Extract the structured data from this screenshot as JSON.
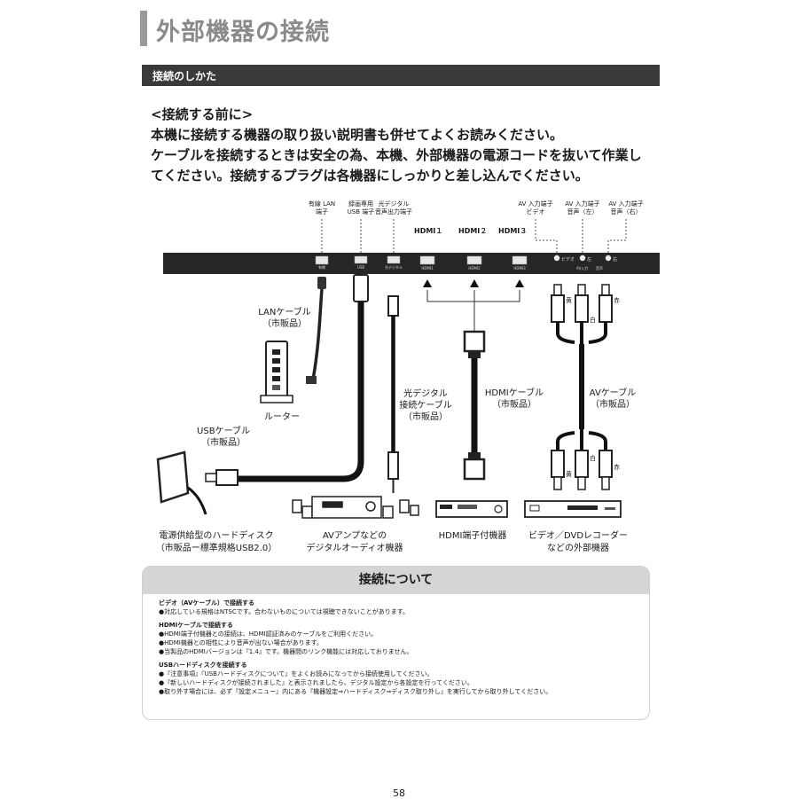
{
  "header": {
    "title": "外部機器の接続",
    "section": "接続のしかた"
  },
  "intro": {
    "heading": "<接続する前に>",
    "line1": "本機に接続する機器の取り扱い説明書も併せてよくお読みください。",
    "line2": "ケーブルを接続するときは安全の為、本機、外部機器の電源コードを抜いて作業し",
    "line3": "てください。接続するプラグは各機器にしっかりと差し込んでください。"
  },
  "ports": {
    "lan": {
      "l1": "有線 LAN",
      "l2": "端子"
    },
    "usb": {
      "l1": "録画専用",
      "l2": "USB 端子"
    },
    "optical": {
      "l1": "光デジタル",
      "l2": "音声出力端子"
    },
    "av_video": {
      "l1": "AV 入力端子",
      "l2": "ビデオ"
    },
    "av_left": {
      "l1": "AV 入力端子",
      "l2": "音声（左）"
    },
    "av_right": {
      "l1": "AV 入力端子",
      "l2": "音声（右）"
    },
    "hdmi1": "HDMI１",
    "hdmi2": "HDMI２",
    "hdmi3": "HDMI３"
  },
  "panel": {
    "lan": "有線",
    "usb": "USB",
    "optical": "光デジタル",
    "hdmi1": "HDMI1",
    "hdmi2": "HDMI2",
    "hdmi3": "HDMI3",
    "video": "ビデオ",
    "left": "左",
    "right": "右",
    "av_in": "AV入力",
    "audio": "音声"
  },
  "cables": {
    "lan": {
      "l1": "LANケーブル",
      "l2": "（市販品）"
    },
    "usb": {
      "l1": "USBケーブル",
      "l2": "（市販品）"
    },
    "optical": {
      "l1": "光デジタル",
      "l2": "接続ケーブル",
      "l3": "（市販品）"
    },
    "hdmi": {
      "l1": "HDMIケーブル",
      "l2": "（市販品）"
    },
    "av": {
      "l1": "AVケーブル",
      "l2": "（市販品）"
    }
  },
  "plug_colors": {
    "yellow": "黄",
    "white": "白",
    "red": "赤"
  },
  "router": "ルーター",
  "devices": {
    "hdd": {
      "l1": "電源供給型のハードディスク",
      "l2": "（市販品ー標準規格USB2.0）"
    },
    "amp": {
      "l1": "AVアンプなどの",
      "l2": "デジタルオーディオ機器"
    },
    "hdmi_dev": {
      "l1": "HDMI端子付機器"
    },
    "recorder": {
      "l1": "ビデオ／DVDレコーダー",
      "l2": "などの外部機器"
    }
  },
  "about": {
    "title": "接続について",
    "groups": [
      {
        "heading": "ビデオ（AVケーブル）で接続する",
        "items": [
          "●対応している規格はNTSCです。合わないものについては視聴できないことがあります。"
        ]
      },
      {
        "heading": "HDMIケーブルで接続する",
        "items": [
          "●HDMI端子付機器との接続は、HDMI認証済みのケーブルをご利用ください。",
          "●HDMI機器との相性により音声が出ない場合があります。",
          "●当製品のHDMIバージョンは『1.4』です。機器間のリンク機能には対応しておりません。"
        ]
      },
      {
        "heading": "USBハードディスクを接続する",
        "items": [
          "●『注意事項』『USBハードディスクについて』をよくお読みになってから接続使用してください。",
          "●『新しいハードディスクが接続されました』と表示されましたら、デジタル設定から各設定を行ってください。",
          "●取り外す場合には、必ず『設定メニュー』内にある『機器設定⇒ハードディスク⇒ディスク取り外し』を実行してから取り外してください。"
        ]
      }
    ]
  },
  "page_number": "58"
}
